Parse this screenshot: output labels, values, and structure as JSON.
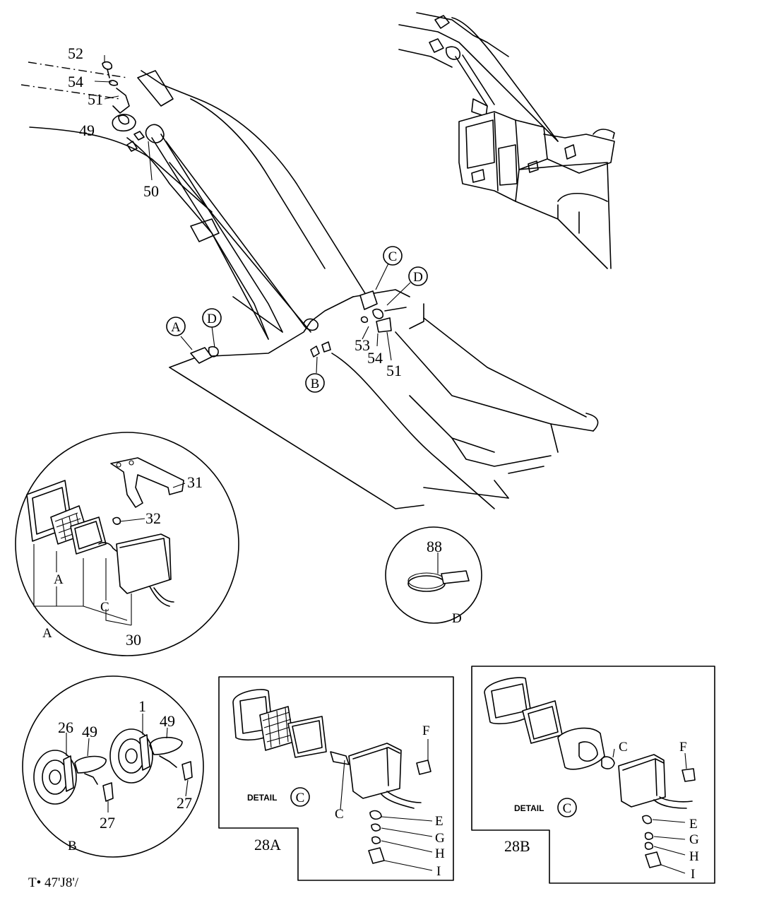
{
  "figure": {
    "catalog_code": "T• 47'J8'/",
    "main_labels": {
      "p52": "52",
      "p54a": "54",
      "p51a": "51",
      "p49": "49",
      "p50": "50",
      "p53": "53",
      "p54b": "54",
      "p51b": "51"
    },
    "circle_refs": {
      "A": "A",
      "D1": "D",
      "B": "B",
      "C": "C",
      "D2": "D"
    },
    "inset_a": {
      "caption": "A",
      "parts": {
        "p31": "31",
        "p32": "32",
        "A": "A",
        "C": "C",
        "p30": "30"
      }
    },
    "inset_d": {
      "caption": "D",
      "p88": "88"
    },
    "inset_b": {
      "caption": "B",
      "parts": {
        "p26": "26",
        "p49a": "49",
        "p1": "1",
        "p49b": "49",
        "p27a": "27",
        "p27b": "27"
      }
    },
    "detail_28a": {
      "title": "28A",
      "detail_label": "DETAIL",
      "detail_ref": "C",
      "parts": {
        "F": "F",
        "C": "C",
        "E": "E",
        "G": "G",
        "H": "H",
        "I": "I"
      }
    },
    "detail_28b": {
      "title": "28B",
      "detail_label": "DETAIL",
      "detail_ref": "C",
      "parts": {
        "C": "C",
        "F": "F",
        "E": "E",
        "G": "G",
        "H": "H",
        "I": "I"
      }
    }
  }
}
